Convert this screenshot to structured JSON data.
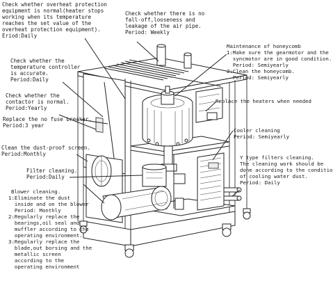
{
  "notes": {
    "overheat": [
      "Check whether overheat protection",
      "equipment is normal(heater stops",
      "working when its temperature",
      "reaches the set value of the",
      "overheat protection equipment).",
      "Eriod:Daily"
    ],
    "airpipe": [
      "Check whether there is no",
      "fall-off,looseness and",
      "leakage of the air pipe.",
      "Period: Weekly"
    ],
    "honeycomb": [
      "Maintenance of honeycomb",
      "1:Make sure the gearmotor and the",
      "  syncmotor are in good condition.",
      "  Period: Semiyearly",
      "2:Clean the honeycomb.",
      "  Period: Semiyearly"
    ],
    "tempctrl": [
      "Check whether the",
      "temperature controller",
      "is accurate.",
      "Period:Daily"
    ],
    "contactor": [
      "Check whether the",
      "contactor is normal.",
      "Period:Yearly"
    ],
    "fuse": [
      "Replace the no fuse breaker.",
      "Period:3 year"
    ],
    "heaters": [
      "Replace the heaters when needed"
    ],
    "dustscreen": [
      "Clean the dust-proof screen.",
      "Period:Monthly"
    ],
    "cooler": [
      "Cooler cleaning",
      "Period: Semiyearly"
    ],
    "ytype": [
      "Y type filters cleaning.",
      "The cleaning work should be",
      "done according to the condition",
      "of cooling water dust.",
      "Period: Daily"
    ],
    "filter": [
      "Filter cleaning.",
      "Period:Daily"
    ],
    "blower": [
      "Blower cleaning.",
      "1:Eliminate the dust",
      "  inside and on the blower",
      "  Period: Monthly",
      "2:Regularly replace the",
      "  bearings,oil seal and",
      "  muffler according to the",
      "  operating environment.",
      "3:Regularly replace the",
      "  blade,out borsing and the",
      "  metallic screen",
      "  according to the",
      "  operating environment"
    ]
  }
}
